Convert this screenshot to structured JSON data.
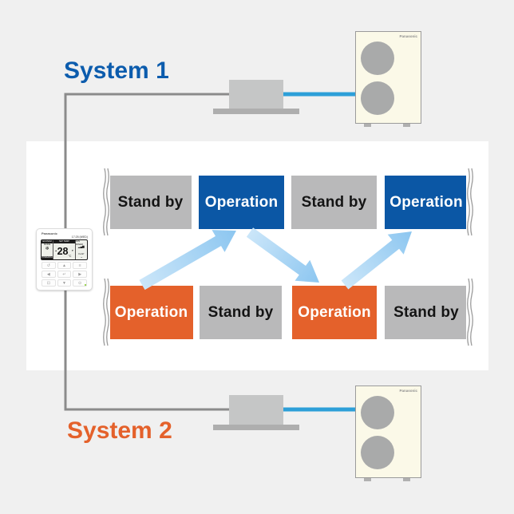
{
  "labels": {
    "system1": "System 1",
    "system2": "System 2"
  },
  "timeline": {
    "row1": [
      {
        "label": "Stand by",
        "state": "standby"
      },
      {
        "label": "Operation",
        "state": "operation"
      },
      {
        "label": "Stand by",
        "state": "standby"
      },
      {
        "label": "Operation",
        "state": "operation"
      }
    ],
    "row2": [
      {
        "label": "Operation",
        "state": "operation"
      },
      {
        "label": "Stand by",
        "state": "standby"
      },
      {
        "label": "Operation",
        "state": "operation"
      },
      {
        "label": "Stand by",
        "state": "standby"
      }
    ]
  },
  "outdoor_unit": {
    "brand": "Panasonic"
  },
  "controller": {
    "brand": "Panasonic",
    "time": "17:25 (WED)",
    "econavi_label": "ECONAVI",
    "mode_label": "MODE",
    "powerful_label": "POWERFUL",
    "set_temp_label": "SET TEMP",
    "temperature": "28",
    "temp_unit": "°C",
    "fan_speed_label": "FAN SPEED",
    "fan_bars": "▂▄▆",
    "flap_label": "FLAP",
    "snowflake_icon": "❄",
    "up_arrow": "▲",
    "down_arrow": "▼",
    "flap_icon": "◔",
    "buttons": [
      "↺",
      "▲",
      "≡",
      "◀",
      "↵",
      "▶",
      "⊡",
      "▼",
      "⊙"
    ]
  },
  "colors": {
    "background": "#f0f0f0",
    "panel_white": "#ffffff",
    "standby_gray": "#b9b9ba",
    "operation_blue": "#0b57a5",
    "operation_orange": "#e4612b",
    "system1_blue": "#0c5cad",
    "system2_orange": "#e4612b",
    "wire_gray": "#8b8b8b",
    "pipe_blue": "#2d9fd8",
    "arrow_light": "#cbe6f9",
    "arrow_dark": "#8cc6f0",
    "unit_body": "#fbf9e8",
    "unit_border": "#9b9b9b",
    "unit_fan": "#a9aaaa",
    "indoor_unit": "#c5c6c6",
    "indoor_base": "#aeaeae",
    "squiggle_gray": "#9b9b9b"
  }
}
